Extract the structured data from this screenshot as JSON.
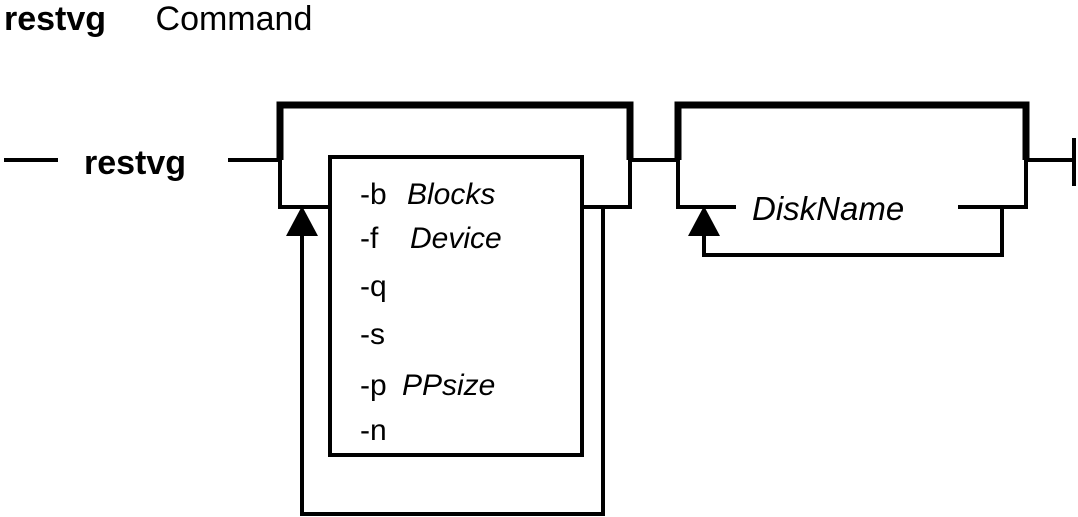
{
  "title": {
    "command": "restvg",
    "label": "Command"
  },
  "diagram": {
    "command_keyword": "restvg",
    "flags": [
      {
        "flag": "-b",
        "argument": "Blocks"
      },
      {
        "flag": "-f",
        "argument": "Device"
      },
      {
        "flag": "-q",
        "argument": ""
      },
      {
        "flag": "-s",
        "argument": ""
      },
      {
        "flag": "-p",
        "argument": "PPsize"
      },
      {
        "flag": "-n",
        "argument": ""
      }
    ],
    "operand": "DiskName"
  }
}
